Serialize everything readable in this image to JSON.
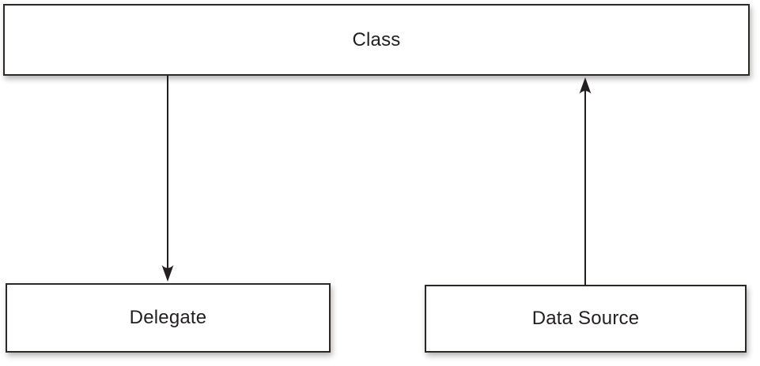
{
  "diagram": {
    "nodes": [
      {
        "id": "class",
        "label": "Class"
      },
      {
        "id": "delegate",
        "label": "Delegate"
      },
      {
        "id": "data_source",
        "label": "Data Source"
      }
    ],
    "edges": [
      {
        "from": "class",
        "to": "delegate",
        "direction": "down",
        "arrowhead": "at-delegate"
      },
      {
        "from": "data_source",
        "to": "class",
        "direction": "up",
        "arrowhead": "at-class"
      }
    ],
    "colors": {
      "background": "#ffffff",
      "node_fill": "#ffffff",
      "border": "#2b2826",
      "text": "#231f20",
      "arrow": "#231f20"
    }
  }
}
